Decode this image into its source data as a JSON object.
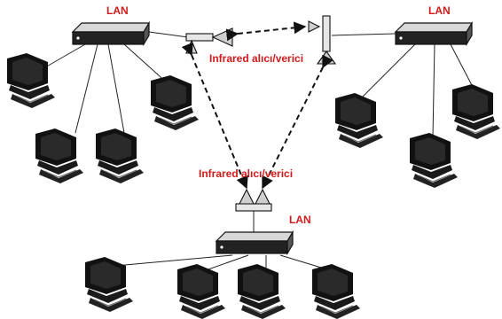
{
  "labels": {
    "lan_left": "LAN",
    "lan_right": "LAN",
    "lan_bottom": "LAN",
    "ir_top": "Infrared alıcı/verici",
    "ir_bottom": "Infrared alıcı/verici"
  },
  "colors": {
    "label": "#d21a1a",
    "device": "#111111",
    "line": "#222222"
  }
}
